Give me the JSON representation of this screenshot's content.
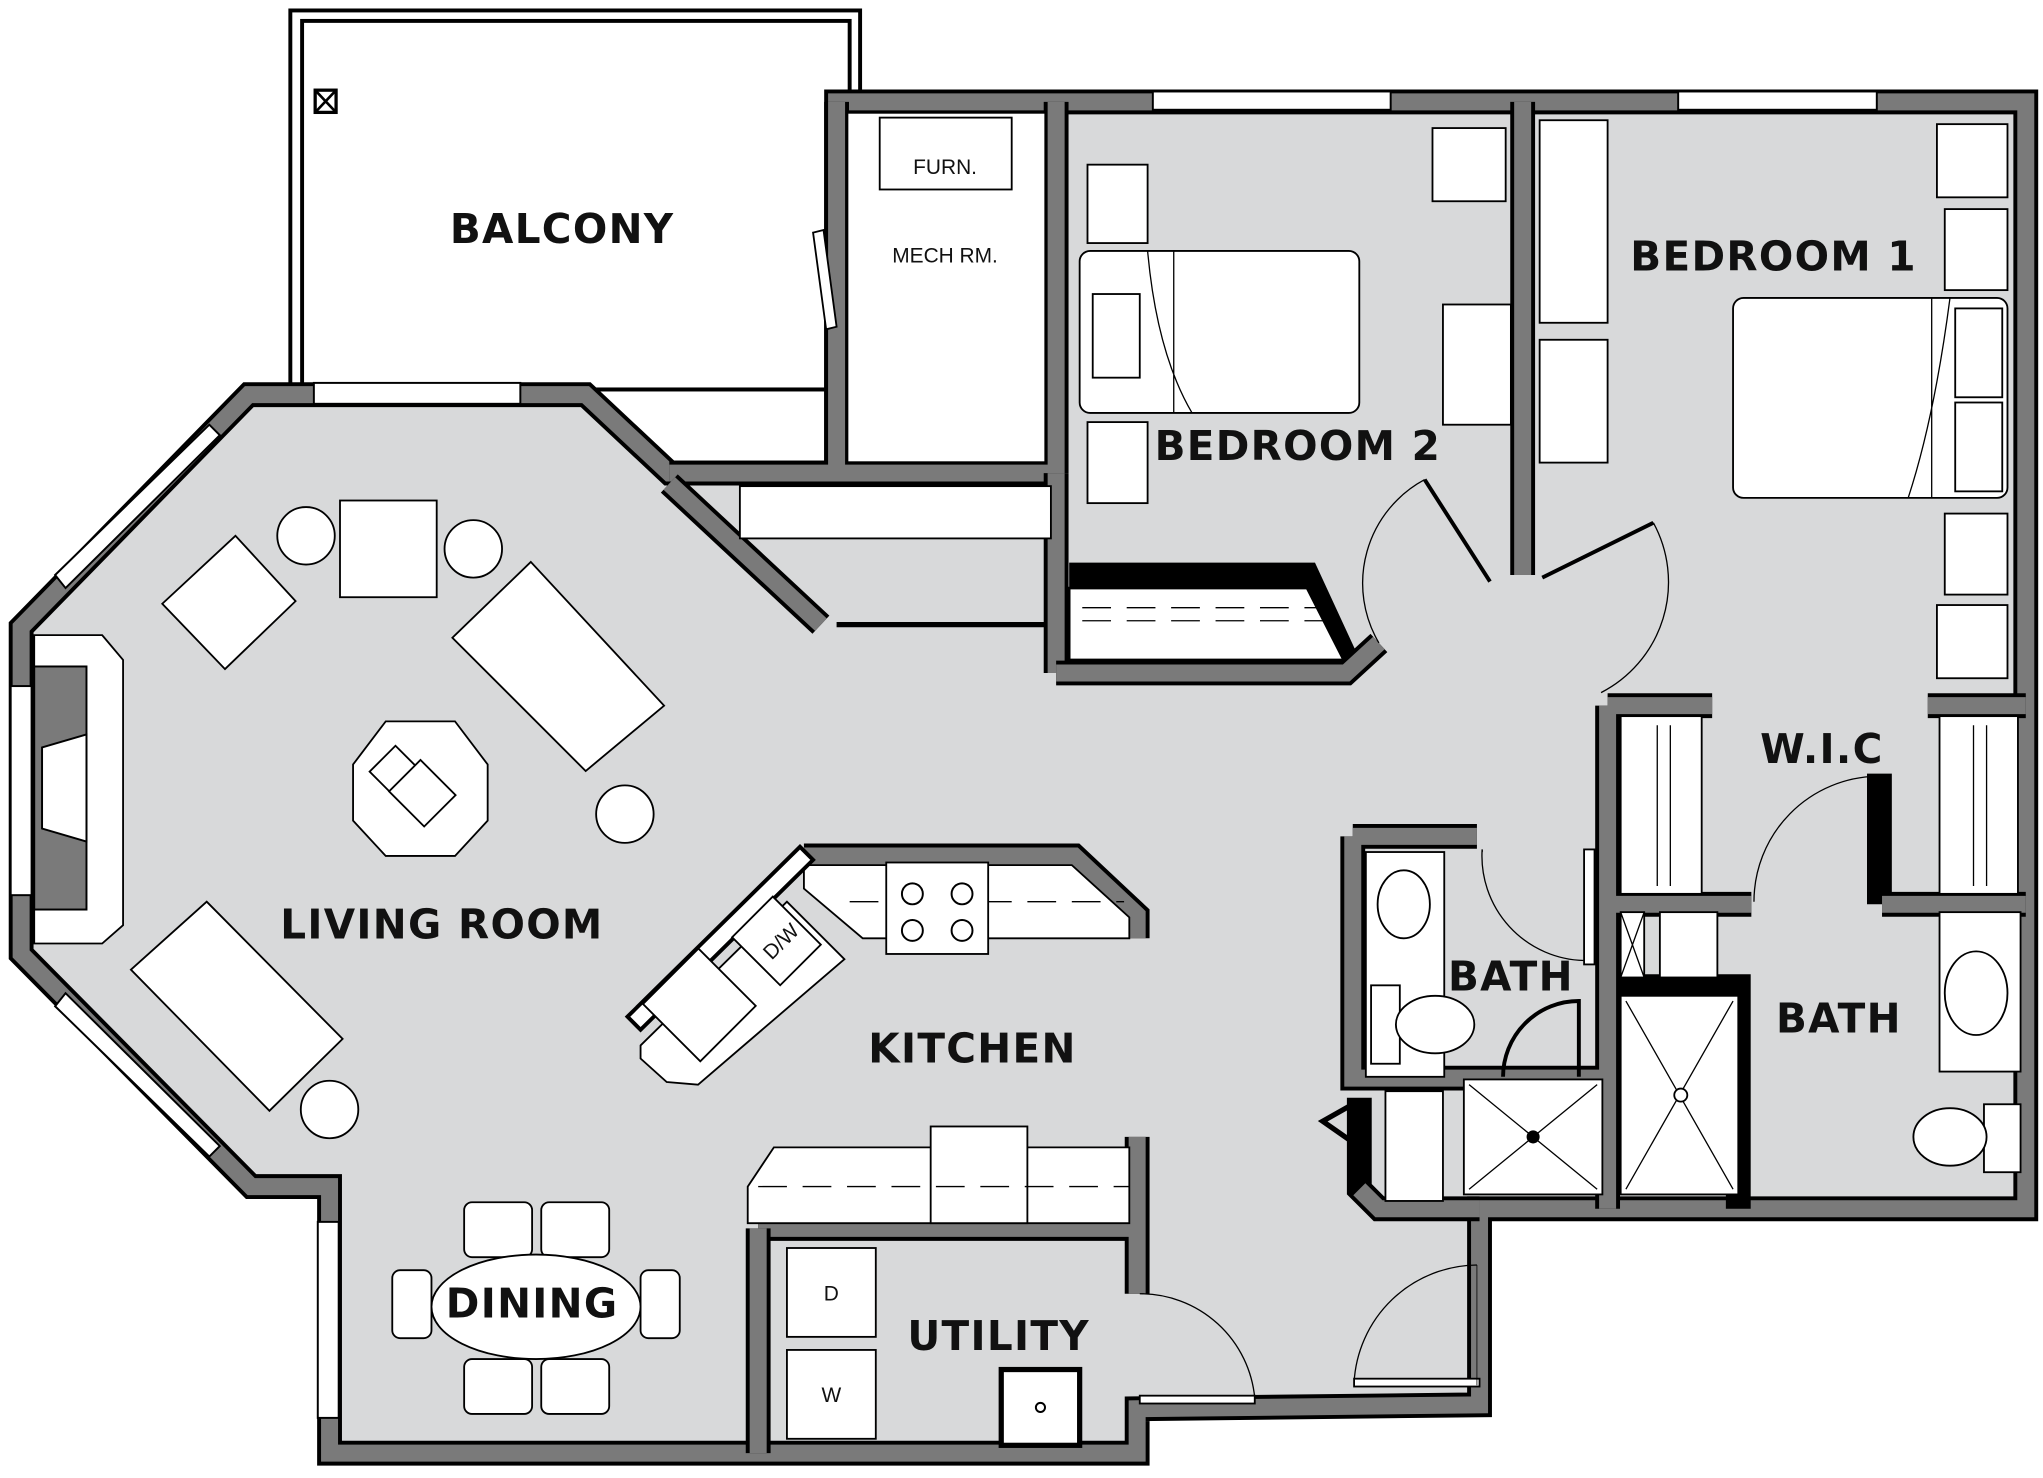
{
  "plan": {
    "rooms": {
      "balcony": "BALCONY",
      "furnace": "FURN.",
      "mech_room": "MECH RM.",
      "bedroom_2": "BEDROOM 2",
      "bedroom_1": "BEDROOM 1",
      "walk_in_closet": "W.I.C",
      "living_room": "LIVING ROOM",
      "kitchen": "KITCHEN",
      "bath_hall": "BATH",
      "bath_master": "BATH",
      "dining": "DINING",
      "utility": "UTILITY"
    },
    "fixtures": {
      "dishwasher": "D/W",
      "dryer": "D",
      "washer": "W"
    },
    "colors": {
      "floor": "#d8d9da",
      "wall": "#7a7a7a",
      "outline": "#000000"
    }
  }
}
